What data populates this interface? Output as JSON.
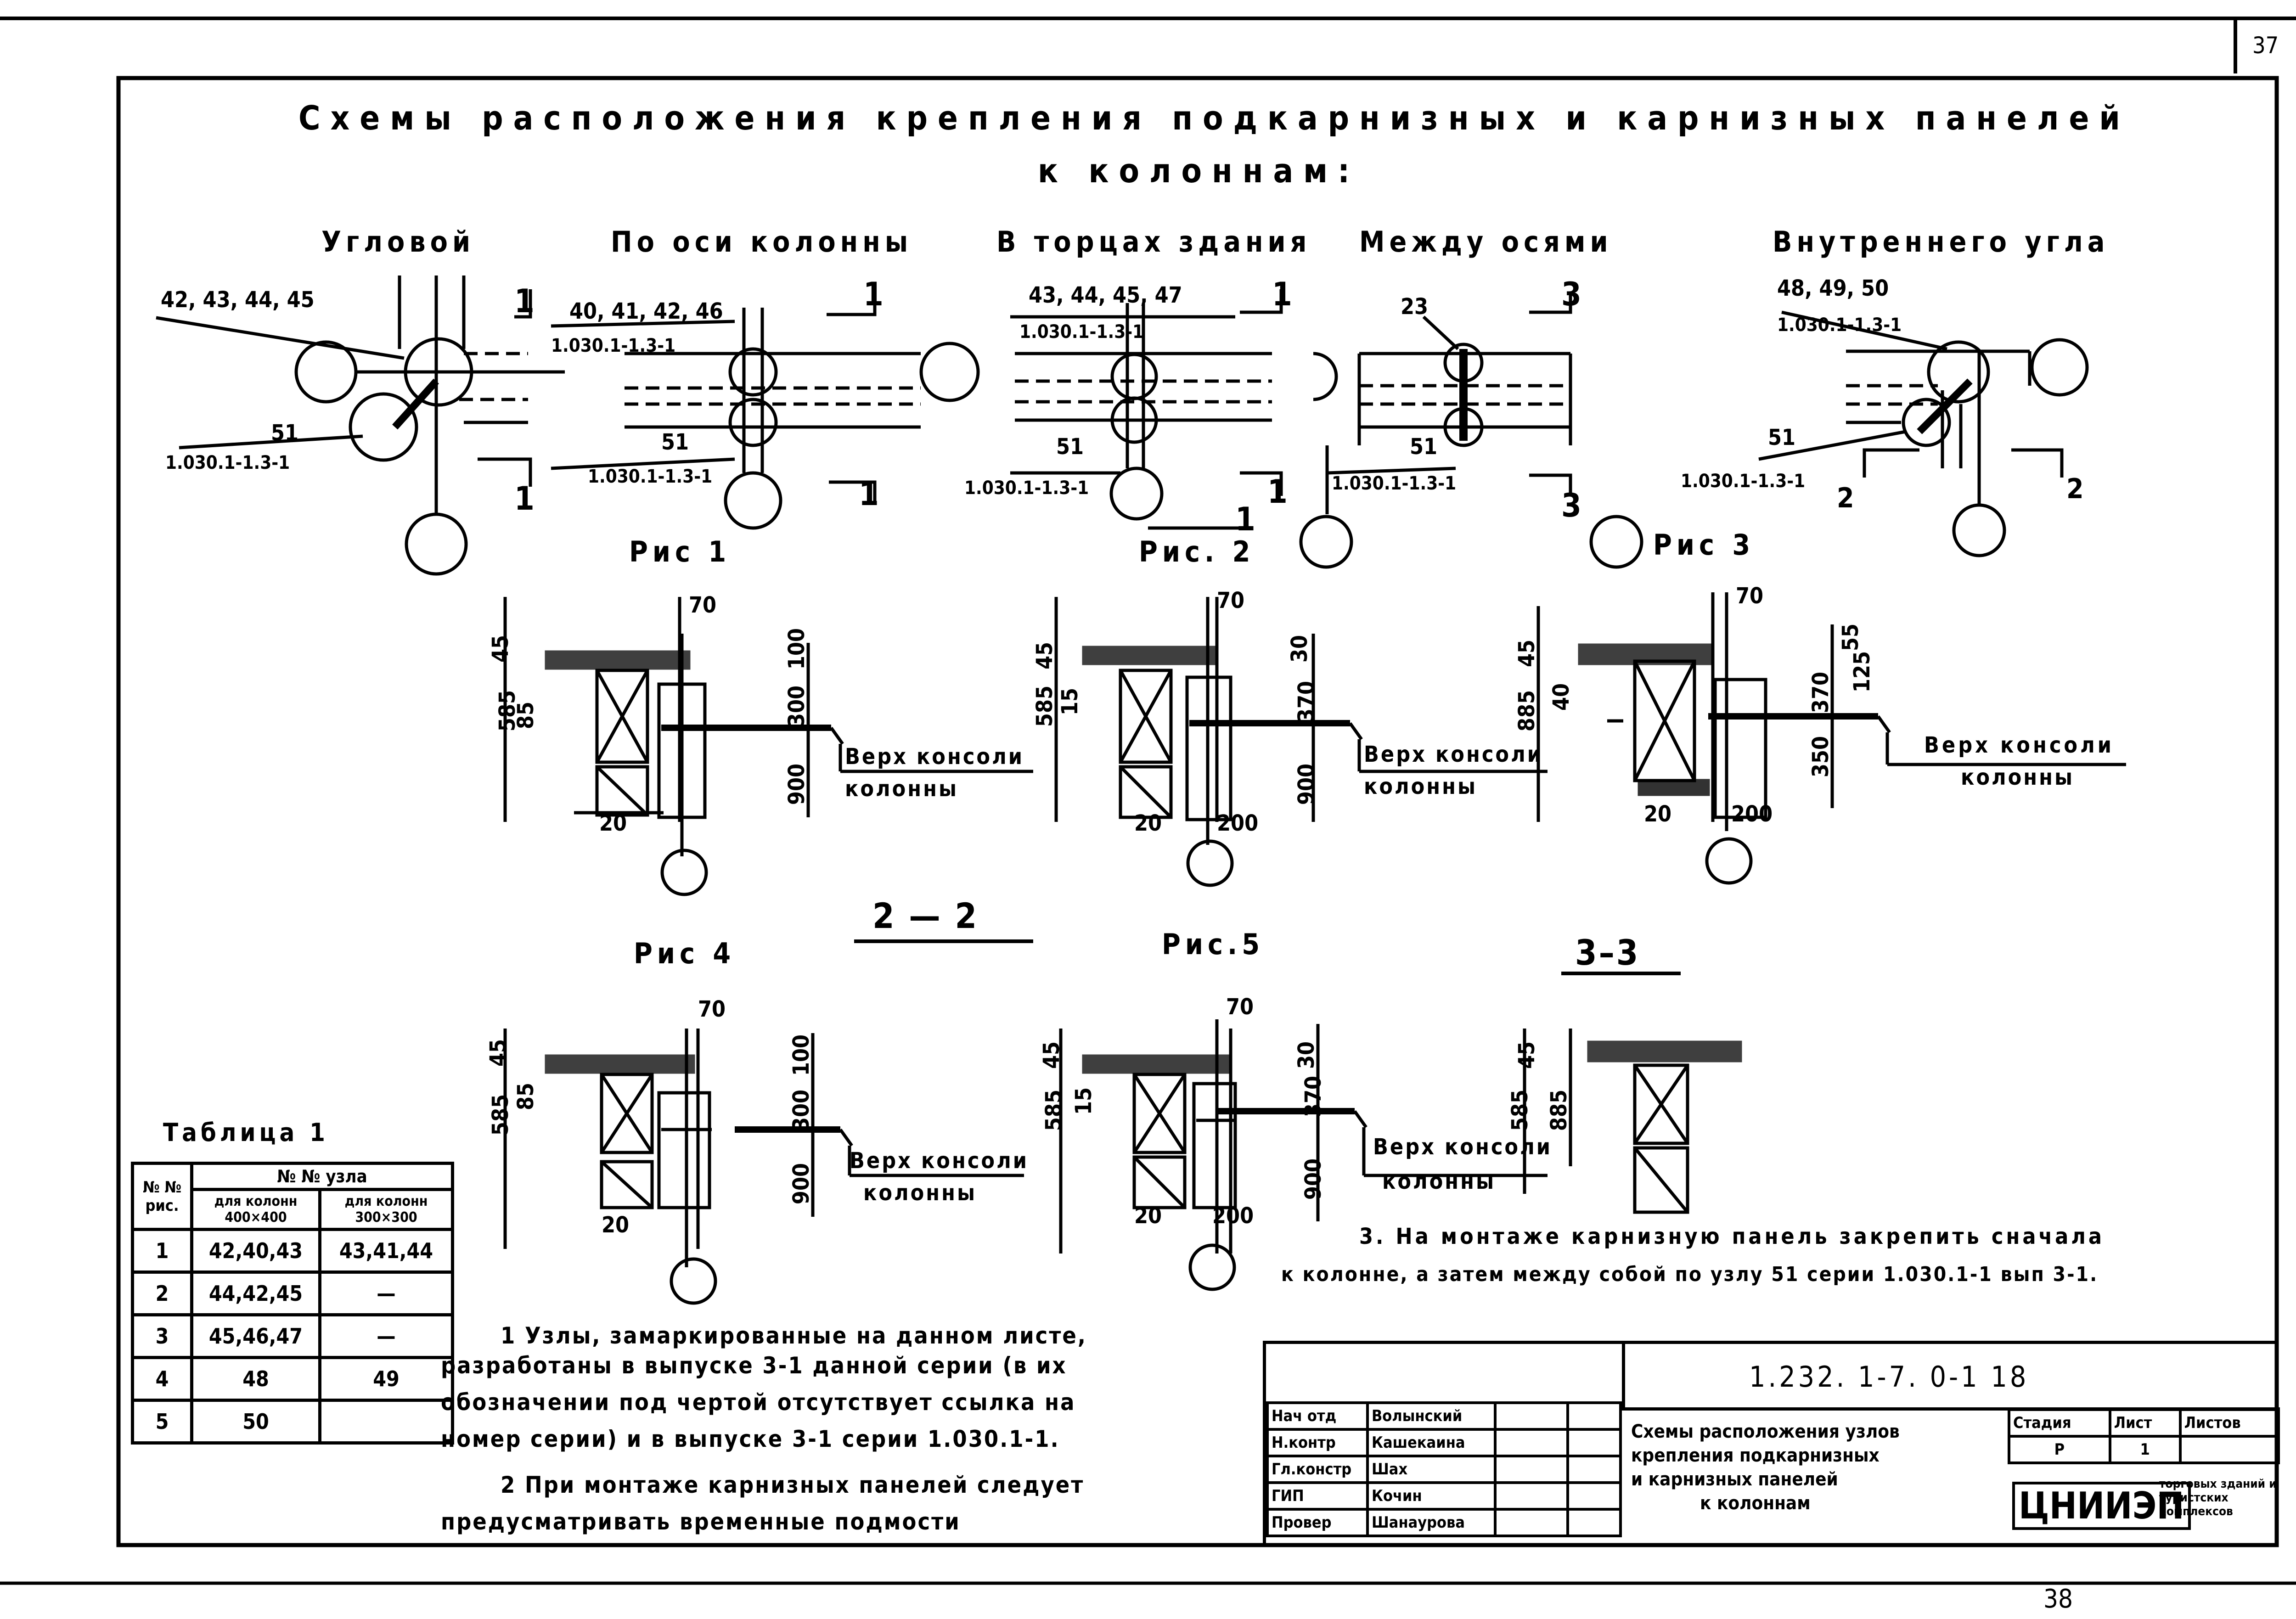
{
  "sheet": {
    "page_no_top": "37",
    "page_no_bottom": "38",
    "title_line1": "Схемы расположения крепления подкарнизных и карнизных панелей",
    "title_line2": "к колоннам:"
  },
  "views": [
    {
      "title": "Угловой",
      "marks_top": "42, 43, 44, 45",
      "marks_bottom": "51",
      "series_bottom": "1.030.1-1.3-1",
      "section": "1"
    },
    {
      "title": "По оси колонны",
      "marks_top": "40, 41, 42, 46",
      "series_top": "1.030.1-1.3-1",
      "marks_bottom": "51",
      "series_bottom": "1.030.1-1.3-1",
      "section": "1"
    },
    {
      "title": "В торцах здания",
      "marks_top": "43, 44, 45, 47",
      "series_top": "1.030.1-1.3-1",
      "marks_bottom": "51",
      "series_bottom": "1.030.1-1.3-1",
      "section": "1"
    },
    {
      "title": "Между осями",
      "marks_top": "23",
      "marks_bottom": "51",
      "series_bottom": "1.030.1-1.3-1",
      "section": "3"
    },
    {
      "title": "Внутреннего угла",
      "marks_top": "48, 49, 50",
      "series_top": "1.030.1-1.3-1",
      "marks_bottom": "51",
      "series_bottom": "1.030.1-1.3-1",
      "section": "2"
    }
  ],
  "figure_labels": {
    "fig1": "Рис 1",
    "fig2": "Рис. 2",
    "fig3": "Рис 3",
    "fig4": "Рис 4",
    "fig5": "Рис.5"
  },
  "sections": {
    "s22": "2 — 2",
    "s33": "3–3"
  },
  "details": [
    {
      "dims": [
        "70",
        "45",
        "100",
        "585",
        "85",
        "300",
        "900",
        "20"
      ],
      "label_l1": "Верх консоли",
      "label_l2": "колонны"
    },
    {
      "dims": [
        "70",
        "45",
        "30",
        "585",
        "15",
        "370",
        "900",
        "20",
        "200"
      ],
      "label_l1": "Верх консоли",
      "label_l2": "колонны"
    },
    {
      "dims": [
        "70",
        "45",
        "55",
        "125",
        "885",
        "40",
        "370",
        "350",
        "20",
        "200"
      ],
      "label_l1": "Верх консоли",
      "label_l2": "колонны"
    },
    {
      "dims": [
        "70",
        "45",
        "100",
        "585",
        "85",
        "300",
        "900",
        "20"
      ],
      "label_l1": "Верх консоли",
      "label_l2": "колонны"
    },
    {
      "dims": [
        "70",
        "45",
        "30",
        "585",
        "15",
        "370",
        "900",
        "20",
        "200"
      ],
      "label_l1": "Верх консоли",
      "label_l2": "колонны"
    },
    {
      "dims": [
        "45",
        "585",
        "885"
      ]
    }
  ],
  "table": {
    "title": "Таблица 1",
    "header_group": "№ № узла",
    "col_fig": "№ № рис.",
    "col_a": "для колонн 400×400",
    "col_b": "для колонн 300×300",
    "rows": [
      {
        "fig": "1",
        "a": "42,40,43",
        "b": "43,41,44"
      },
      {
        "fig": "2",
        "a": "44,42,45",
        "b": "—"
      },
      {
        "fig": "3",
        "a": "45,46,47",
        "b": "—"
      },
      {
        "fig": "4",
        "a": "48",
        "b": "49"
      },
      {
        "fig": "5",
        "a": "50",
        "b": ""
      }
    ]
  },
  "notes": [
    "1 Узлы, замаркированные на данном листе,",
    "разработаны в выпуске 3-1 данной серии (в их",
    "обозначении под чертой отсутствует ссылка на",
    "номер серии) и в выпуске 3-1 серии 1.030.1-1.",
    "2 При монтаже карнизных панелей следует",
    "предусматривать временные подмости"
  ],
  "note3": [
    "3. На монтаже карнизную панель закрепить сначала",
    "к колонне, а затем между собой по узлу 51 серии 1.030.1-1 вып 3-1."
  ],
  "stamp": {
    "code": "1.232. 1-7. 0-1   18",
    "roles": [
      "Нач отд",
      "Н.контр",
      "Гл.констр",
      "ГИП",
      "Провер"
    ],
    "names": [
      "Волынский",
      "Кашекаина",
      "Шах",
      "Кочин",
      "Шанаурова"
    ],
    "desc": [
      "Схемы расположения узлов",
      "крепления подкарнизных",
      "и карнизных панелей",
      "к колоннам"
    ],
    "stage_h": "Стадия",
    "sheet_h": "Лист",
    "sheets_h": "Листов",
    "stage": "Р",
    "sheet": "1",
    "org": "ЦНИИЭП",
    "org_sub": "торговых зданий и туристских комплексов"
  }
}
